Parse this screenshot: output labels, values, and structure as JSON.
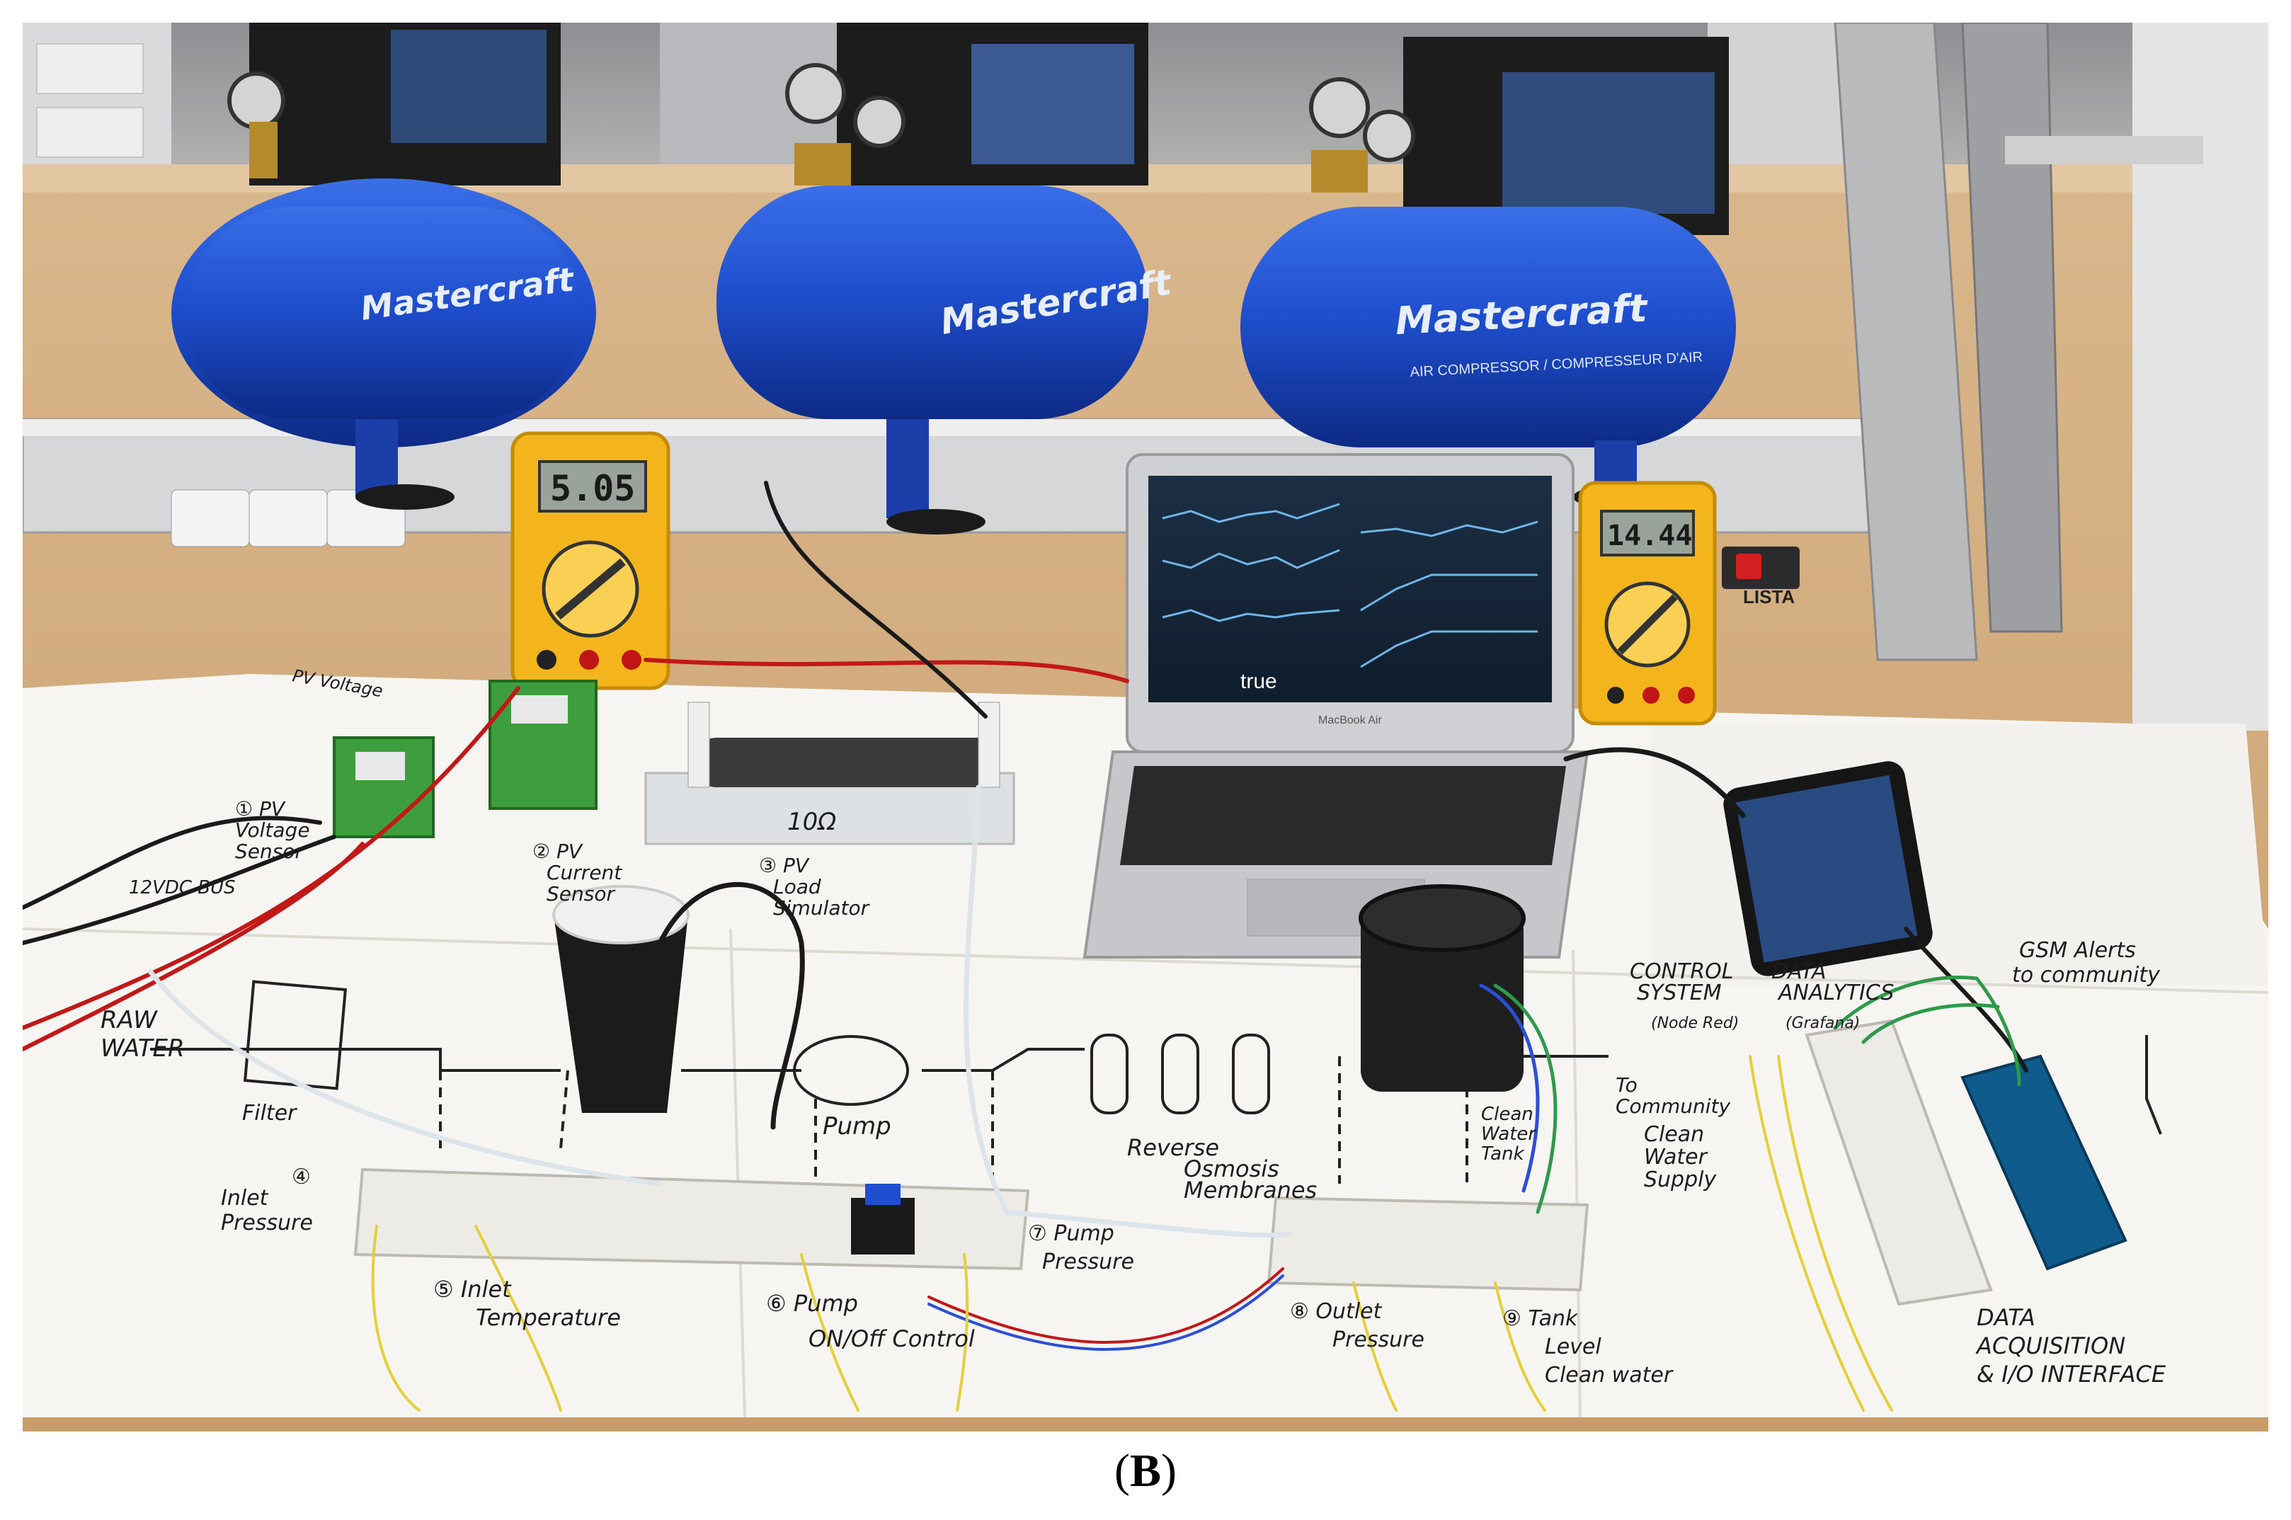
{
  "caption": {
    "open": "(",
    "letter": "B",
    "close": ")"
  },
  "brand": {
    "name": "Mastercraft",
    "subtitle": "AIR COMPRESSOR / COMPRESSEUR D'AIR"
  },
  "multimeters": [
    {
      "reading": "5.05"
    },
    {
      "reading": "14.44"
    }
  ],
  "lista_label": "LISTA",
  "laptop": {
    "dashboard_tag": "true",
    "model": "MacBook Air"
  },
  "resistor_label": "10Ω",
  "board_labels": {
    "pv_voltage_top": "PV Voltage",
    "pv_voltage": [
      "① PV",
      "Voltage",
      "Sensor"
    ],
    "pv_current": [
      "② PV",
      "Current",
      "Sensor"
    ],
    "pv_load": [
      "③ PV",
      "Load",
      "Simulator"
    ],
    "dc_bus": "12VDC BUS",
    "raw_water": [
      "RAW",
      "WATER"
    ],
    "filter": "Filter",
    "pump": "Pump",
    "ro": [
      "Reverse",
      "Osmosis",
      "Membranes"
    ],
    "clean_tank": [
      "Clean",
      "Water",
      "Tank"
    ],
    "to_community": [
      "To",
      "Community"
    ],
    "clean_supply": [
      "Clean",
      "Water",
      "Supply"
    ],
    "control": [
      "CONTROL",
      "SYSTEM",
      "(Node Red)"
    ],
    "analytics": [
      "DATA",
      "ANALYTICS",
      "(Grafana)"
    ],
    "gsm": [
      "GSM Alerts",
      "to community"
    ],
    "s4": [
      "④",
      "Inlet",
      "Pressure"
    ],
    "s5": [
      "⑤ Inlet",
      "Temperature"
    ],
    "s6": [
      "⑥ Pump",
      "ON/Off Control"
    ],
    "s7": [
      "⑦ Pump",
      "Pressure"
    ],
    "s8": [
      "⑧ Outlet",
      "Pressure"
    ],
    "s9": [
      "⑨ Tank",
      "Level",
      "Clean water"
    ],
    "daq": [
      "DATA",
      "ACQUISITION",
      "& I/O INTERFACE"
    ]
  }
}
